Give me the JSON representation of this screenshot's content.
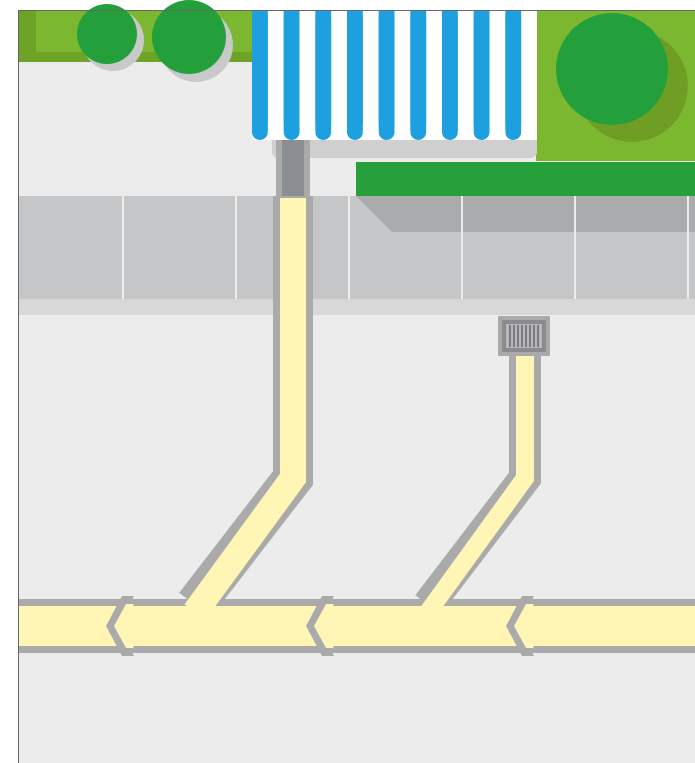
{
  "scene": {
    "subject": "storm-drain-and-downspout-pipe-network",
    "colors": {
      "ground": "#ececec",
      "sidewalk": "#c4c6c8",
      "sidewalk_edge": "#d8d8d8",
      "pipe_fill": "#fff6b6",
      "pipe_outline": "#aaaaaa",
      "lawn": "#7cb82f",
      "hedge": "#27a03b",
      "tree": "#23a03b",
      "tree_shadow": "#6e9f24",
      "awning_stripe_a": "#1ea0e0",
      "awning_stripe_b": "#ffffff",
      "grate": "#8c8c90",
      "downspout": "#8b8f93",
      "frame": "#666666"
    },
    "icons": [
      "tree-icon",
      "awning-icon",
      "storm-grate-icon",
      "flow-arrow-icon"
    ],
    "sidewalk_slabs": 6,
    "flow_arrows": 3,
    "awning_stripes": 18
  }
}
